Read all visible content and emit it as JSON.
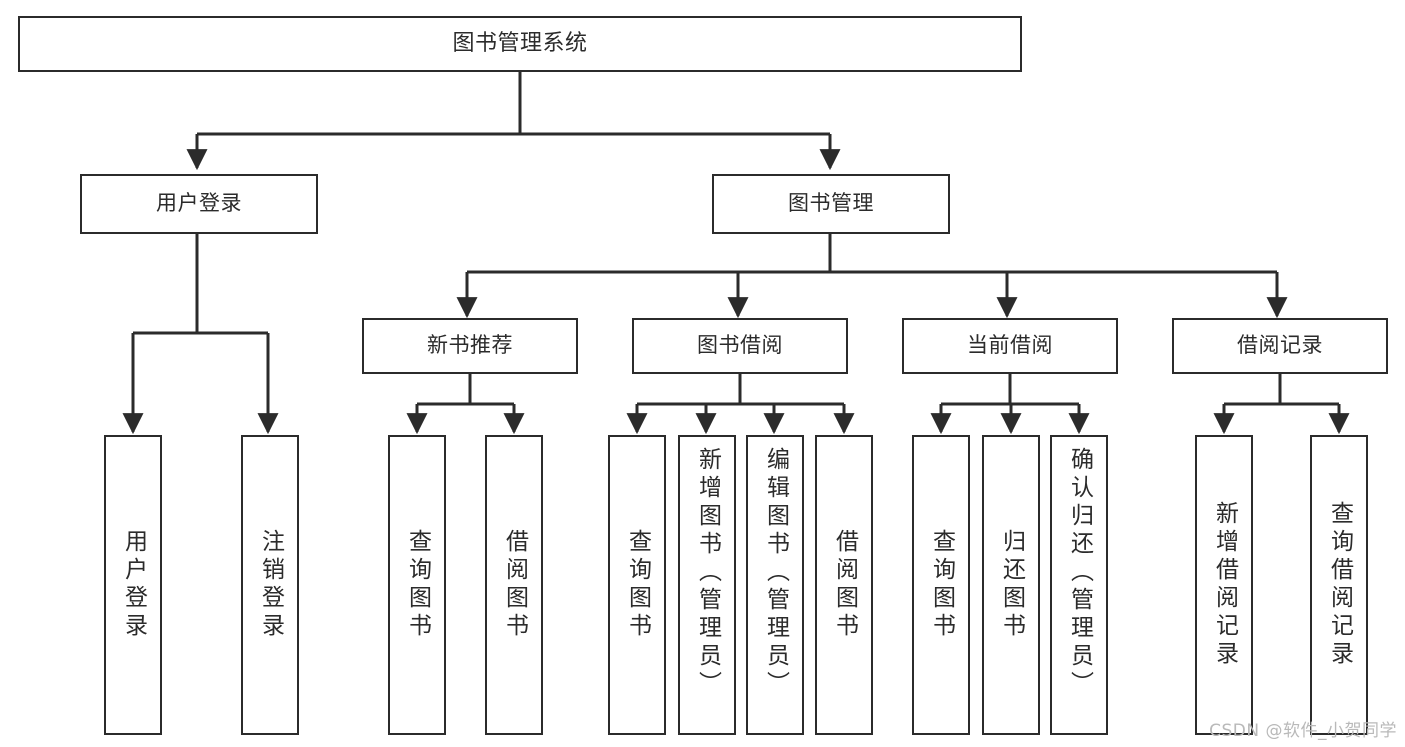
{
  "diagram": {
    "type": "tree",
    "title": "图书管理系统",
    "root": {
      "id": "root",
      "label": "图书管理系统"
    },
    "level2": [
      {
        "id": "user-login",
        "label": "用户登录"
      },
      {
        "id": "book-manage",
        "label": "图书管理"
      }
    ],
    "level3": [
      {
        "id": "new-book-recommend",
        "label": "新书推荐",
        "parent": "book-manage"
      },
      {
        "id": "book-borrow",
        "label": "图书借阅",
        "parent": "book-manage"
      },
      {
        "id": "current-borrow",
        "label": "当前借阅",
        "parent": "book-manage"
      },
      {
        "id": "borrow-record",
        "label": "借阅记录",
        "parent": "book-manage"
      }
    ],
    "leaves": [
      {
        "id": "leaf-user-login",
        "label": "用户登录",
        "parent": "user-login"
      },
      {
        "id": "leaf-user-logout",
        "label": "注销登录",
        "parent": "user-login"
      },
      {
        "id": "leaf-query-book-1",
        "label": "查询图书",
        "parent": "new-book-recommend"
      },
      {
        "id": "leaf-borrow-book-1",
        "label": "借阅图书",
        "parent": "new-book-recommend"
      },
      {
        "id": "leaf-query-book-2",
        "label": "查询图书",
        "parent": "book-borrow"
      },
      {
        "id": "leaf-add-book",
        "label": "新增图书（管理员）",
        "parent": "book-borrow"
      },
      {
        "id": "leaf-edit-book",
        "label": "编辑图书（管理员）",
        "parent": "book-borrow"
      },
      {
        "id": "leaf-borrow-book-2",
        "label": "借阅图书",
        "parent": "book-borrow"
      },
      {
        "id": "leaf-query-book-3",
        "label": "查询图书",
        "parent": "current-borrow"
      },
      {
        "id": "leaf-return-book",
        "label": "归还图书",
        "parent": "current-borrow"
      },
      {
        "id": "leaf-confirm-return",
        "label": "确认归还（管理员）",
        "parent": "current-borrow"
      },
      {
        "id": "leaf-add-record",
        "label": "新增借阅记录",
        "parent": "borrow-record"
      },
      {
        "id": "leaf-query-record",
        "label": "查询借阅记录",
        "parent": "borrow-record"
      }
    ],
    "colors": {
      "stroke": "#2b2b2b",
      "fill": "#ffffff",
      "text": "#2b2b2b",
      "watermark": "#b9b9b9"
    }
  },
  "watermark": {
    "text": "CSDN @软件_小贺同学"
  }
}
